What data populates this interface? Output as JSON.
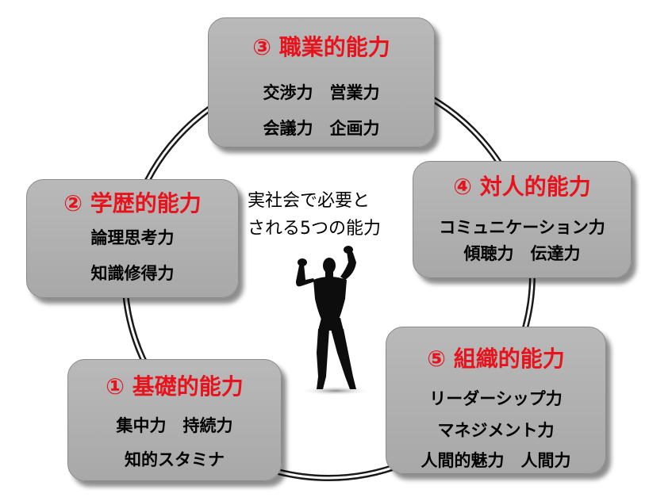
{
  "colors": {
    "title_red": "#e8121c",
    "text_black": "#000000",
    "box_fill": "#b0b0b0",
    "ring": "#1a1a1a"
  },
  "center": {
    "lines": [
      "実社会で必要と",
      "される5つの能力"
    ]
  },
  "boxes": [
    {
      "id": "1",
      "title": "① 基礎的能力",
      "lines": [
        "集中力　持続力",
        "知的スタミナ"
      ]
    },
    {
      "id": "2",
      "title": "② 学歴的能力",
      "lines": [
        "論理思考力",
        "知識修得力"
      ]
    },
    {
      "id": "3",
      "title": "③ 職業的能力",
      "lines": [
        "交渉力　営業力",
        "会議力　企画力"
      ]
    },
    {
      "id": "4",
      "title": "④ 対人的能力",
      "lines": [
        "コミュニケーション力",
        "傾聴力　伝達力"
      ]
    },
    {
      "id": "5",
      "title": "⑤ 組織的能力",
      "lines": [
        "リーダーシップ力",
        "マネジメント力",
        "人間的魅力　人間力"
      ]
    }
  ],
  "figure": {
    "icon": "bodybuilder-silhouette-icon"
  }
}
